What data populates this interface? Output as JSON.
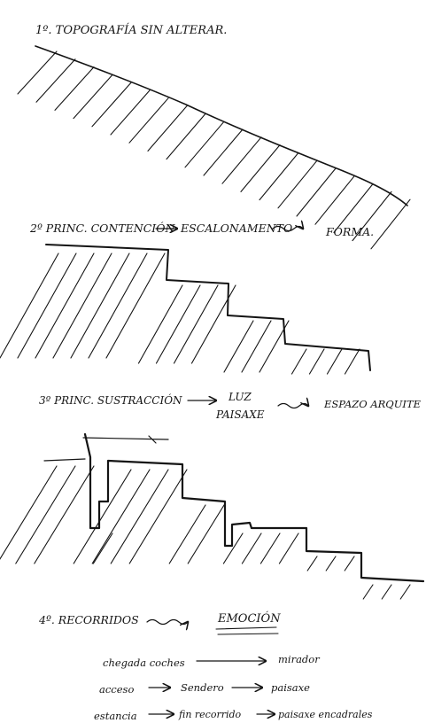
{
  "steps": [
    {
      "heading": "1º. TOPOGRAFÍA SIN ALTERAR."
    },
    {
      "heading": "2º PRINC. CONTENCIÓN",
      "arrow1_target": "ESCALONAMENTO",
      "arrow2_target": "FORMA."
    },
    {
      "heading": "3º PRINC. SUSTRACCIÓN",
      "arrow1_target_line1": "LUZ",
      "arrow1_target_line2": "PAISAXE",
      "arrow2_target": "ESPAZO ARQUITE"
    },
    {
      "heading": "4º. RECORRIDOS",
      "result": "EMOCIÓN",
      "flows": [
        {
          "from": "chegada coches",
          "to": "mirador"
        },
        {
          "from": "acceso",
          "mid": "Sendero",
          "to": "paisaxe"
        },
        {
          "from": "estancia",
          "mid": "fin recorrido",
          "to": "paisaxe encadrales"
        }
      ]
    }
  ]
}
